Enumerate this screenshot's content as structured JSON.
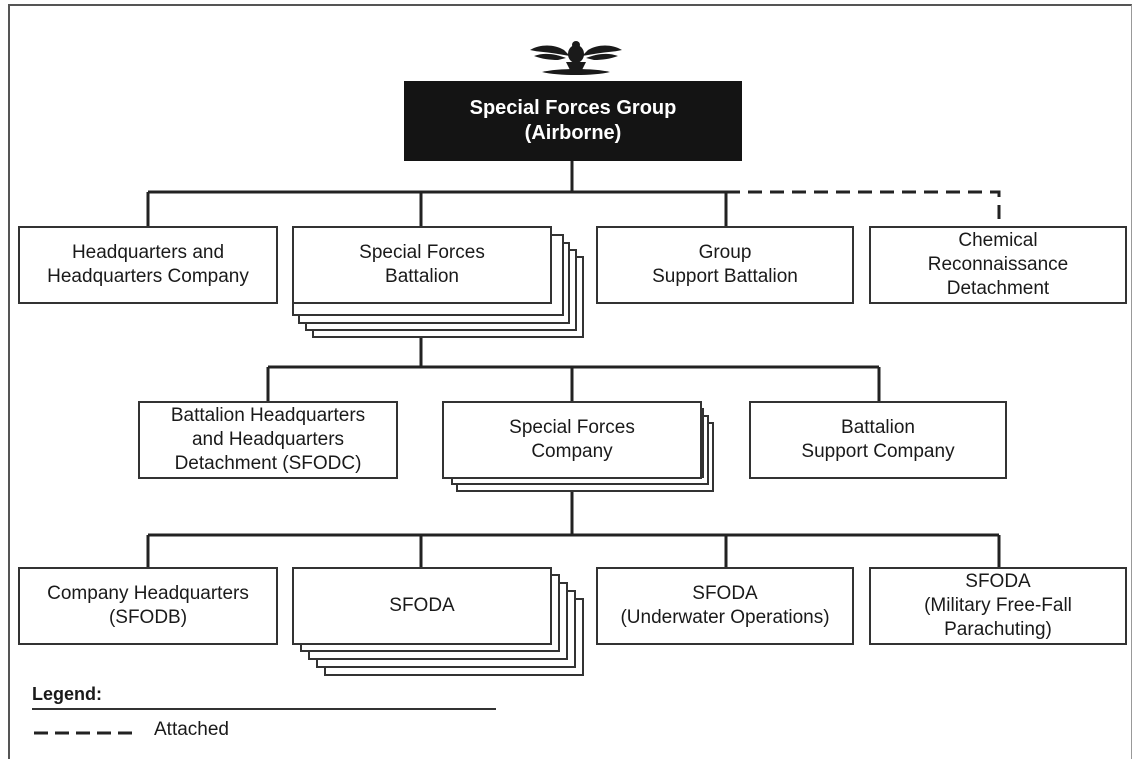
{
  "root": {
    "title": "Special Forces Group\n(Airborne)",
    "emblem": "eagle-emblem"
  },
  "level1": {
    "hhc": "Headquarters and\nHeadquarters Company",
    "battalion": "Special Forces\nBattalion",
    "group_support": "Group\nSupport Battalion",
    "chemical": "Chemical\nReconnaissance\nDetachment"
  },
  "level2": {
    "bhhd": "Battalion Headquarters\nand Headquarters\nDetachment (SFODC)",
    "company": "Special Forces\nCompany",
    "support_company": "Battalion\nSupport Company"
  },
  "level3": {
    "company_hq": "Company Headquarters\n(SFODB)",
    "sfoda": "SFODA",
    "underwater": "SFODA\n(Underwater Operations)",
    "freefall": "SFODA\n(Military Free-Fall\nParachuting)"
  },
  "legend": {
    "title": "Legend:",
    "attached": "Attached"
  },
  "colors": {
    "line": "#222222",
    "root_fill": "#141414"
  }
}
